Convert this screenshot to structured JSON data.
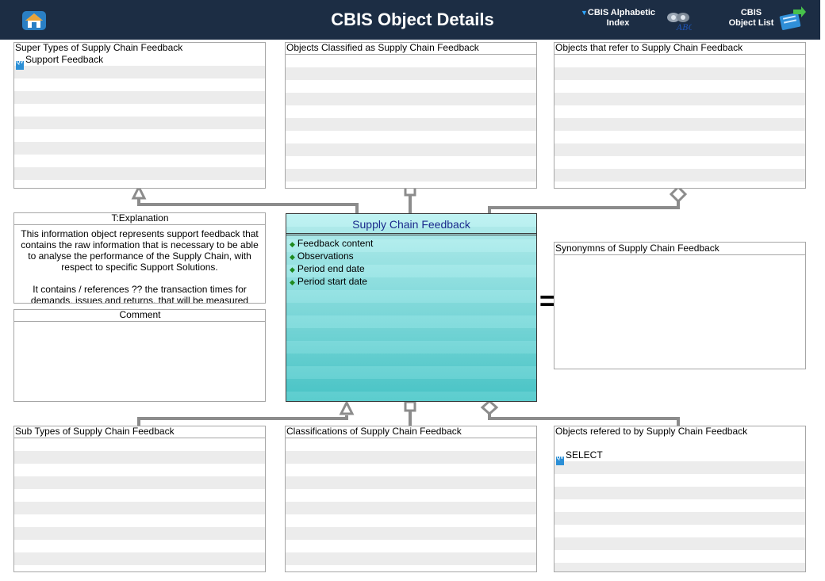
{
  "header": {
    "title": "CBIS Object Details",
    "alpha_index_label_1": "CBIS Alphabetic",
    "alpha_index_label_2": "Index",
    "object_list_label_1": "CBIS",
    "object_list_label_2": "Object List"
  },
  "panels": {
    "super_types": {
      "title": "Super Types of Supply Chain Feedback",
      "items": [
        "Support Feedback"
      ]
    },
    "classified_as": {
      "title": "Objects Classified as  Supply Chain Feedback",
      "items": []
    },
    "refer_to": {
      "title": "Objects that refer to   Supply Chain Feedback",
      "items": []
    },
    "explanation": {
      "title": "T:Explanation",
      "paragraph_1": "This information object represents support feedback that contains the raw information that is necessary to be able to analyse the performance of the Supply Chain, with respect to specific Support Solutions.",
      "paragraph_2": "It contains / references ?? the transaction times for demands, issues and returns, that will be measured against standard…"
    },
    "comment": {
      "title": "Comment"
    },
    "synonyms": {
      "title": "Synonymns  of Supply Chain Feedback"
    },
    "sub_types": {
      "title": "Sub Types of Supply Chain Feedback",
      "items": []
    },
    "classifications": {
      "title": "Classifications of Supply Chain Feedback",
      "items": []
    },
    "referred_by": {
      "title": "Objects refered to by  Supply Chain Feedback",
      "items": [
        "SELECT"
      ]
    }
  },
  "object": {
    "name": "Supply Chain Feedback",
    "attributes": [
      "Feedback content",
      "Observations",
      "Period end date",
      "Period start date"
    ]
  },
  "equals_sign": "=",
  "qv_icon_text": "QV",
  "colors": {
    "header_bg": "#1c2d44",
    "object_gradient_top": "#b9f1f1",
    "object_gradient_bottom": "#49c7c9",
    "object_title": "#1a2a8c",
    "connector": "#8c8c8c",
    "attribute_bullet": "#1e8a1e"
  }
}
